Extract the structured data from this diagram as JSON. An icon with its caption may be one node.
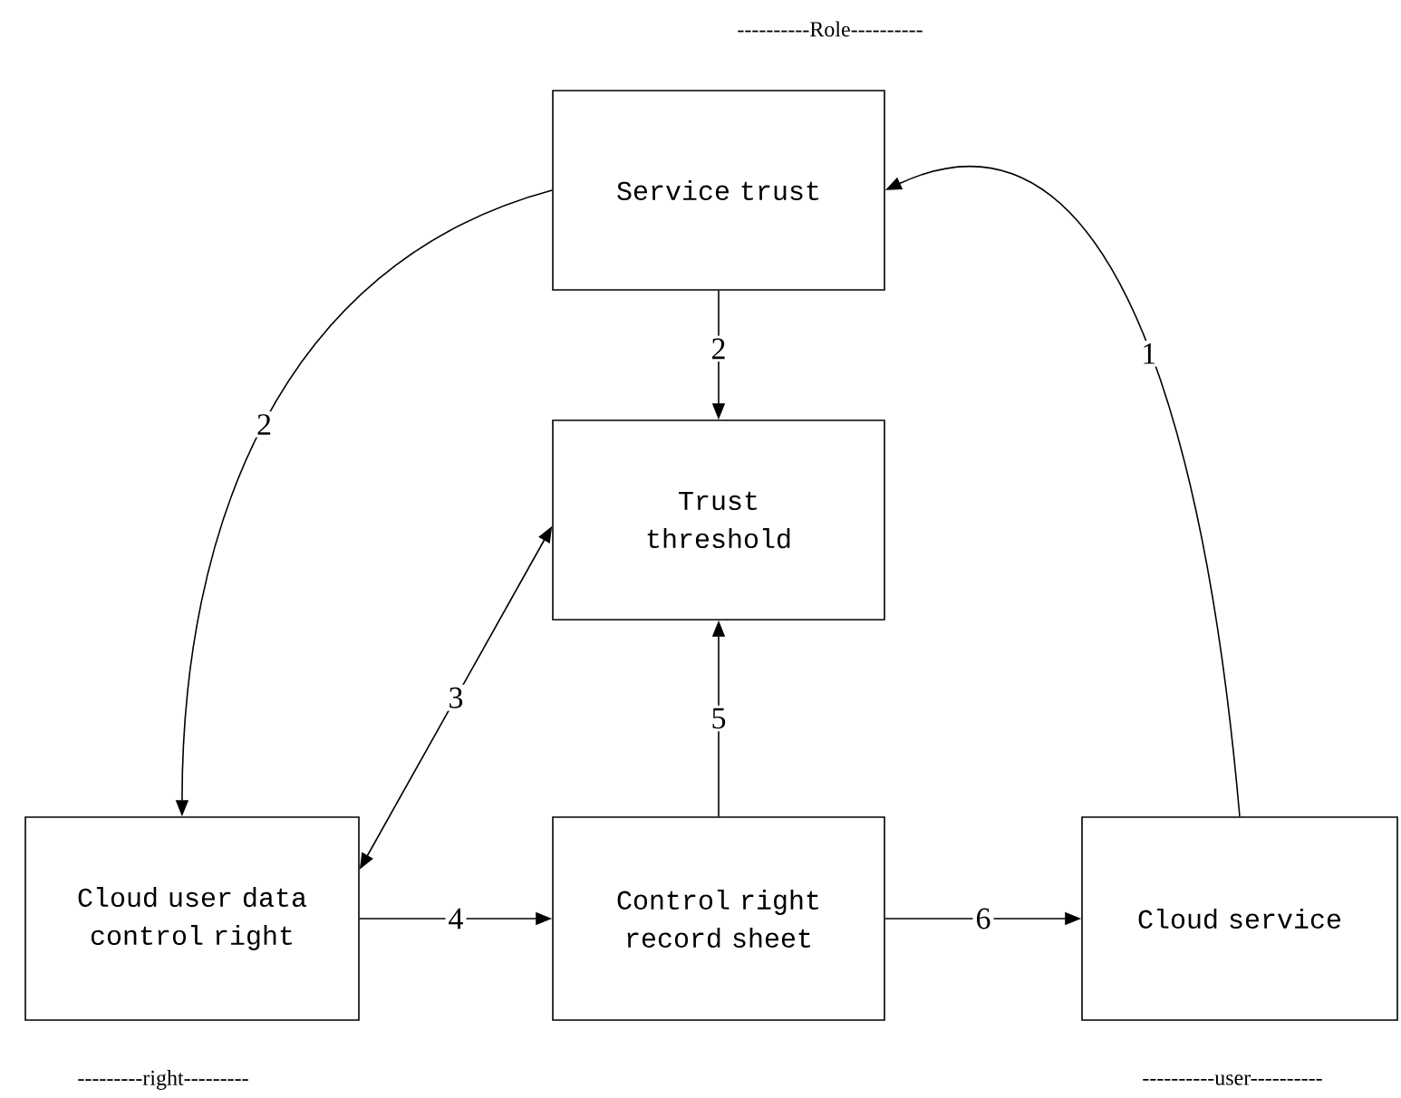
{
  "diagram": {
    "nodes": [
      {
        "text": [
          "Service trust"
        ]
      },
      {
        "text": [
          "Trust threshold"
        ]
      },
      {
        "text": [
          "Cloud user data control right"
        ]
      },
      {
        "text": [
          "Control right record sheet"
        ]
      },
      {
        "text": [
          "Cloud service"
        ]
      }
    ],
    "edges": [
      {
        "from": 0,
        "to": 1,
        "arrow": "to",
        "label": "2"
      },
      {
        "from": 0,
        "to": 2,
        "arrow": "to",
        "label": "2"
      },
      {
        "from": 4,
        "to": 0,
        "arrow": "to",
        "label": "1"
      },
      {
        "from": 1,
        "to": 2,
        "arrow": "both",
        "label": "3"
      },
      {
        "from": 2,
        "to": 3,
        "arrow": "to",
        "label": "4"
      },
      {
        "from": 3,
        "to": 1,
        "arrow": "to",
        "label": "5"
      },
      {
        "from": 3,
        "to": 4,
        "arrow": "to",
        "label": "6"
      }
    ],
    "labels": [
      "----------Role----------",
      "---------right---------",
      "----------user----------"
    ]
  }
}
